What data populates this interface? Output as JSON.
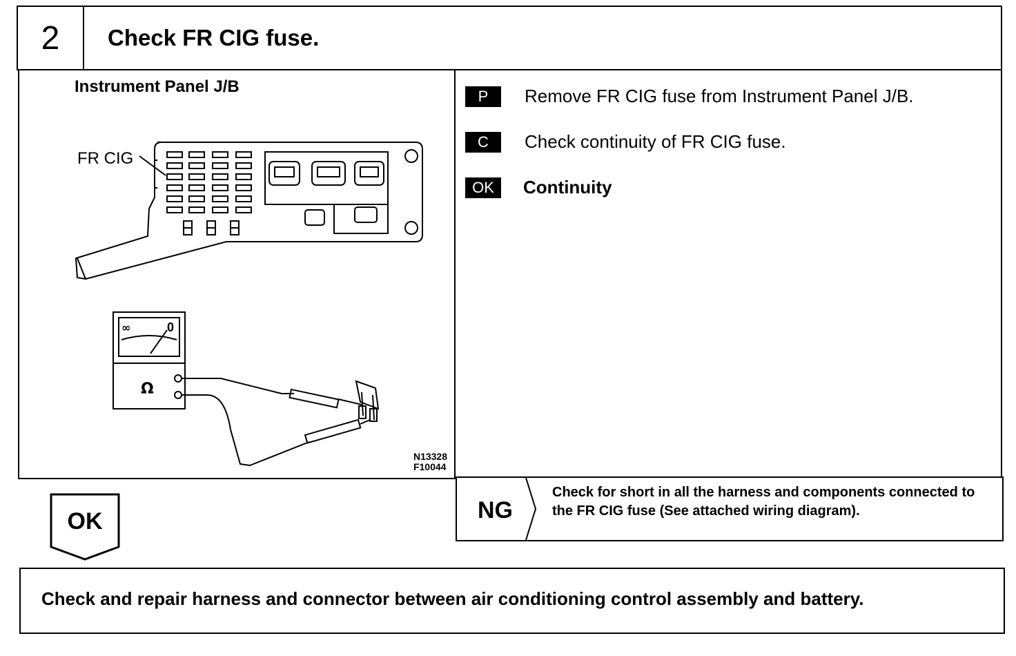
{
  "header": {
    "step_number": "2",
    "title": "Check FR CIG fuse."
  },
  "illustration": {
    "heading": "Instrument Panel J/B",
    "fuse_label": "FR CIG",
    "figure_codes": [
      "N13328",
      "F10044"
    ],
    "meter_infinity": "∞",
    "meter_zero": "0",
    "meter_ohm": "Ω"
  },
  "instructions": [
    {
      "badge": "P",
      "text": "Remove FR CIG fuse from Instrument Panel J/B."
    },
    {
      "badge": "C",
      "text": "Check continuity of FR CIG fuse."
    },
    {
      "badge": "OK",
      "text": "Continuity"
    }
  ],
  "ng": {
    "label": "NG",
    "text": "Check for short in all the harness and components connected to the FR CIG fuse (See attached wiring diagram)."
  },
  "ok": {
    "label": "OK"
  },
  "action": {
    "text": "Check and repair harness and connector between air conditioning control assembly and battery."
  },
  "colors": {
    "ink": "#000000",
    "paper": "#ffffff"
  }
}
